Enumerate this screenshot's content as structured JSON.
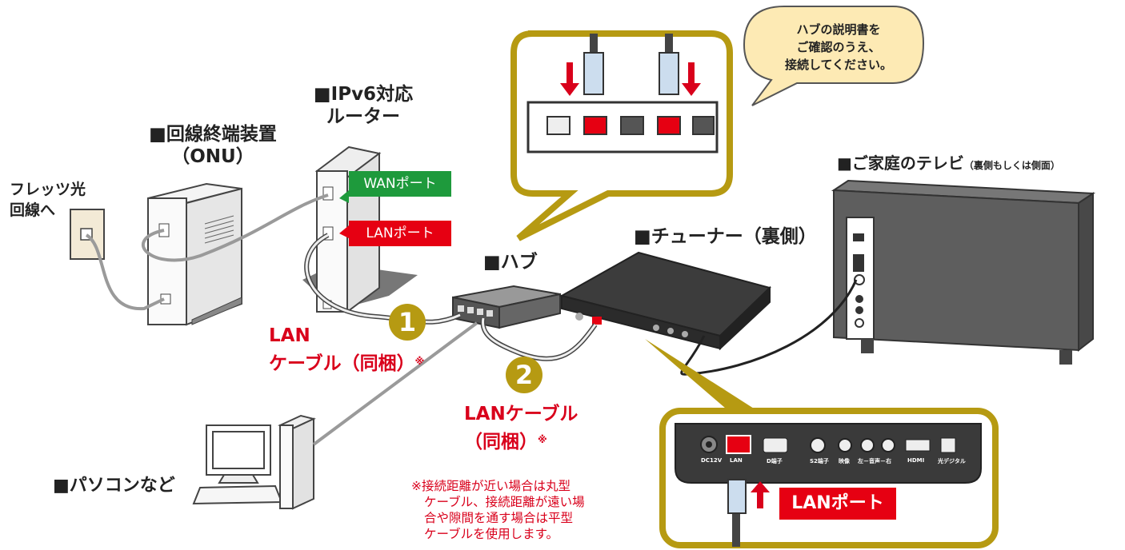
{
  "labels": {
    "fiber_line": [
      "フレッツ光",
      "回線へ"
    ],
    "onu": [
      "■回線終端装置",
      "（ONU）"
    ],
    "router": [
      "■IPv6対応",
      "ルーター"
    ],
    "hub": "■ハブ",
    "tuner": "■チューナー（裏側）",
    "tv_main": "■ご家庭のテレビ",
    "tv_sub": "（裏側もしくは側面）",
    "pc": "■パソコンなど"
  },
  "router_ports": {
    "wan": "WANポート",
    "lan": "LANポート"
  },
  "speech_bubble": [
    "ハブの説明書を",
    "ご確認のうえ、",
    "接続してください。"
  ],
  "cables": {
    "cable1": {
      "number": "1",
      "label_line1": "LAN",
      "label_line2": "ケーブル（同梱）",
      "mark": "※"
    },
    "cable2": {
      "number": "2",
      "label_line1": "LANケーブル",
      "label_line2": "（同梱）",
      "mark": "※"
    }
  },
  "footnote": [
    "※接続距離が近い場合は丸型",
    "ケーブル、接続距離が遠い場",
    "合や隙間を通す場合は平型",
    "ケーブルを使用します。"
  ],
  "tuner_panel": {
    "port_labels": [
      "DC12V",
      "LAN",
      "D端子",
      "S2端子",
      "映像",
      "左－音声－右",
      "HDMI",
      "光デジタル"
    ],
    "callout": "LANポート"
  },
  "colors": {
    "accent_red": "#d9001b",
    "callout_gold": "#b69a12",
    "wan_green": "#1e9a3c"
  }
}
